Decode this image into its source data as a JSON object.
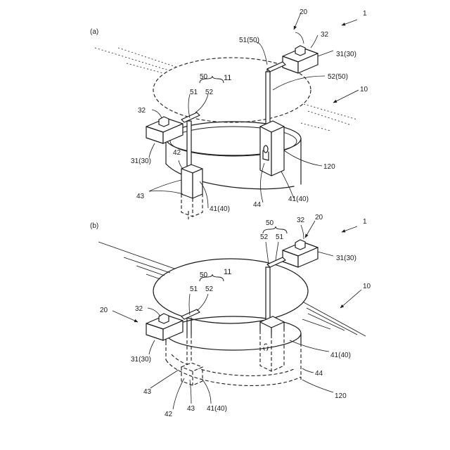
{
  "figure_a": {
    "panel": "(a)",
    "labels": {
      "l1": "1",
      "l10": "10",
      "l11": "11",
      "l20": "20",
      "l31_30_right": "31(30)",
      "l31_30_left": "31(30)",
      "l32_right": "32",
      "l32_left": "32",
      "l50": "50",
      "l51": "51",
      "l52": "52",
      "l51_50": "51(50)",
      "l52_50": "52(50)",
      "l42": "42",
      "l43": "43",
      "l44": "44",
      "l41_40_left": "41(40)",
      "l41_40_right": "41(40)",
      "l120": "120"
    }
  },
  "figure_b": {
    "panel": "(b)",
    "labels": {
      "l1": "1",
      "l10": "10",
      "l11": "11",
      "l20_right": "20",
      "l20_left": "20",
      "l31_30_right": "31(30)",
      "l31_30_left": "31(30)",
      "l32_right": "32",
      "l32_left": "32",
      "l50_right": "50",
      "l52_right": "52",
      "l51_right": "51",
      "l50_left": "50",
      "l51_left": "51",
      "l52_left": "52",
      "l41_40_right": "41(40)",
      "l41_40_left": "41(40)",
      "l44": "44",
      "l120": "120",
      "l43_a": "43",
      "l43_b": "43",
      "l42": "42"
    }
  }
}
